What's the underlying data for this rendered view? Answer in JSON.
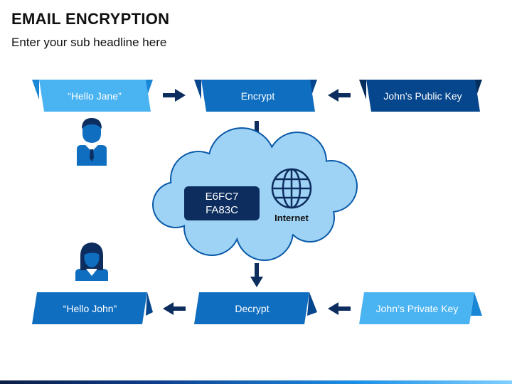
{
  "header": {
    "title": "EMAIL ENCRYPTION",
    "subtitle": "Enter your sub headline here"
  },
  "boxes": {
    "hello_jane": "“Hello Jane”",
    "encrypt": "Encrypt",
    "public_key": "John’s Public Key",
    "hello_john": "“Hello John”",
    "decrypt": "Decrypt",
    "private_key": "John’s Private Key"
  },
  "cloud": {
    "code_line1": "E6FC7",
    "code_line2": "FA83C",
    "internet_label": "Internet"
  },
  "colors": {
    "light_blue": "#4ab3f2",
    "mid_blue": "#0f6ec0",
    "dark_blue": "#06468c",
    "navy": "#0d2d5e",
    "cloud_fill": "#9fd3f5",
    "cloud_stroke": "#0a5aa8"
  }
}
